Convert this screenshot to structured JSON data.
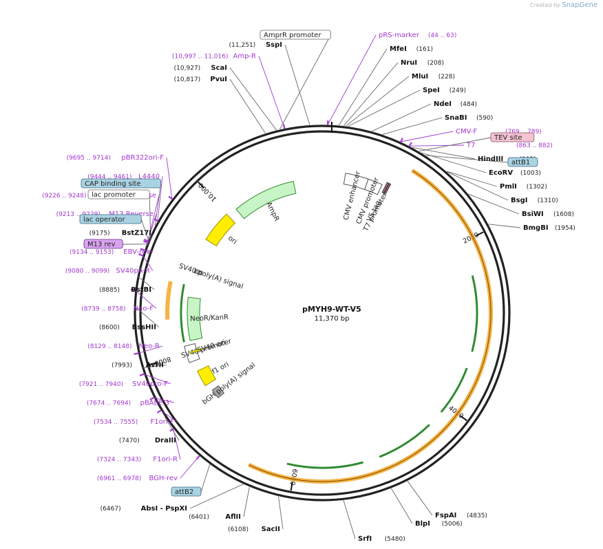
{
  "app": {
    "created_by": "Created by",
    "brand": "SnapGene"
  },
  "plasmid": {
    "name": "pMYH9-WT-V5",
    "length_label": "11,370 bp",
    "length": 11370
  },
  "ticks": [
    {
      "label": "2000",
      "bp": 2000
    },
    {
      "label": "4000",
      "bp": 4000
    },
    {
      "label": "6000",
      "bp": 6000
    },
    {
      "label": "8000",
      "bp": 8000
    },
    {
      "label": "10,000",
      "bp": 10000
    }
  ],
  "sites": [
    {
      "name": "SspI",
      "pos": "(11,251)",
      "side": "left",
      "bp": 11251
    },
    {
      "name": "ScaI",
      "pos": "(10,927)",
      "side": "left",
      "bp": 10927
    },
    {
      "name": "PvuI",
      "pos": "(10,817)",
      "side": "left",
      "bp": 10817
    },
    {
      "name": "MfeI",
      "pos": "(161)",
      "side": "right",
      "bp": 161
    },
    {
      "name": "NruI",
      "pos": "(208)",
      "side": "right",
      "bp": 208
    },
    {
      "name": "MluI",
      "pos": "(228)",
      "side": "right",
      "bp": 228
    },
    {
      "name": "SpeI",
      "pos": "(249)",
      "side": "right",
      "bp": 249
    },
    {
      "name": "NdeI",
      "pos": "(484)",
      "side": "right",
      "bp": 484
    },
    {
      "name": "SnaBI",
      "pos": "(590)",
      "side": "right",
      "bp": 590
    },
    {
      "name": "HindIII",
      "pos": "(902)",
      "side": "right",
      "bp": 902
    },
    {
      "name": "EcoRV",
      "pos": "(1003)",
      "side": "right",
      "bp": 1003
    },
    {
      "name": "PmlI",
      "pos": "(1302)",
      "side": "right",
      "bp": 1302
    },
    {
      "name": "BsgI",
      "pos": "(1310)",
      "side": "right",
      "bp": 1310
    },
    {
      "name": "BsiWI",
      "pos": "(1608)",
      "side": "right",
      "bp": 1608
    },
    {
      "name": "BmgBI",
      "pos": "(1954)",
      "side": "right",
      "bp": 1954
    },
    {
      "name": "FspAI",
      "pos": "(4835)",
      "side": "right",
      "bp": 4835
    },
    {
      "name": "BlpI",
      "pos": "(5006)",
      "side": "right",
      "bp": 5006
    },
    {
      "name": "SrfI",
      "pos": "(5480)",
      "side": "right",
      "bp": 5480
    },
    {
      "name": "SacII",
      "pos": "(6108)",
      "side": "left",
      "bp": 6108
    },
    {
      "name": "AflII",
      "pos": "(6401)",
      "side": "left",
      "bp": 6401
    },
    {
      "name": "AbsI - PspXI",
      "pos": "(6467)",
      "side": "left",
      "bp": 6467
    },
    {
      "name": "DraIII",
      "pos": "(7470)",
      "side": "left",
      "bp": 7470
    },
    {
      "name": "AvrII",
      "pos": "(7993)",
      "side": "left",
      "bp": 7993
    },
    {
      "name": "BssHII",
      "pos": "(8600)",
      "side": "left",
      "bp": 8600
    },
    {
      "name": "BstBI",
      "pos": "(8885)",
      "side": "left",
      "bp": 8885
    },
    {
      "name": "BstZ17I",
      "pos": "(9175)",
      "side": "left",
      "bp": 9175
    }
  ],
  "primers": [
    {
      "name": "pRS-marker",
      "range": "(44 .. 63)",
      "side": "right",
      "bp": 54
    },
    {
      "name": "Amp-R",
      "range": "(10,997 .. 11,016)",
      "side": "left",
      "bp": 11006
    },
    {
      "name": "CMV-F",
      "range": "(769 .. 789)",
      "side": "right",
      "bp": 779
    },
    {
      "name": "T7",
      "range": "(863 .. 882)",
      "side": "right",
      "bp": 872
    },
    {
      "name": "pBR322ori-F",
      "range": "(9695 .. 9714)",
      "side": "left",
      "bp": 9704
    },
    {
      "name": "L4440",
      "range": "(9444 .. 9461)",
      "side": "left",
      "bp": 9452
    },
    {
      "name": "M13/pUC Reverse",
      "range": "(9226 .. 9248)",
      "side": "left",
      "bp": 9237
    },
    {
      "name": "M13 Reverse",
      "range": "(9213 .. 9229)",
      "side": "left",
      "bp": 9221
    },
    {
      "name": "EBV-rev",
      "range": "(9134 .. 9153)",
      "side": "left",
      "bp": 9143
    },
    {
      "name": "SV40pA-R",
      "range": "(9080 .. 9099)",
      "side": "left",
      "bp": 9089
    },
    {
      "name": "Neo-F",
      "range": "(8739 .. 8758)",
      "side": "left",
      "bp": 8748
    },
    {
      "name": "Neo-R",
      "range": "(8129 .. 8148)",
      "side": "left",
      "bp": 8138
    },
    {
      "name": "SV40pro-F",
      "range": "(7921 .. 7940)",
      "side": "left",
      "bp": 7930
    },
    {
      "name": "pBABE 3'",
      "range": "(7674 .. 7694)",
      "side": "left",
      "bp": 7684
    },
    {
      "name": "F1ori-F",
      "range": "(7534 .. 7555)",
      "side": "left",
      "bp": 7544
    },
    {
      "name": "F1ori-R",
      "range": "(7324 .. 7343)",
      "side": "left",
      "bp": 7333
    },
    {
      "name": "BGH-rev",
      "range": "(6961 .. 6978)",
      "side": "left",
      "bp": 6969
    }
  ],
  "boxes": [
    {
      "text": "AmprR promoter",
      "style": "white",
      "bp": 10960
    },
    {
      "text": "TEV site",
      "style": "pink",
      "bp": 975
    },
    {
      "text": "attB1",
      "style": "blue",
      "bp": 1050
    },
    {
      "text": "CAP binding site",
      "style": "blue",
      "bp": 9400
    },
    {
      "text": "lac promoter",
      "style": "white",
      "bp": 9300
    },
    {
      "text": "lac operator",
      "style": "blue",
      "bp": 9250
    },
    {
      "text": "M13 rev",
      "style": "purple",
      "bp": 9205
    },
    {
      "text": "attB2",
      "style": "blue",
      "bp": 6840
    }
  ],
  "features": [
    {
      "label": "AmpR",
      "kind": "gene",
      "start": 10120,
      "end": 10980
    },
    {
      "label": "ori",
      "kind": "ori",
      "start": 9550,
      "end": 9980
    },
    {
      "label": "CMV enhancer",
      "kind": "promoter",
      "start": 300,
      "end": 600
    },
    {
      "label": "CMV promoter",
      "kind": "promoter",
      "start": 600,
      "end": 790
    },
    {
      "label": "T7 promoter",
      "kind": "small",
      "start": 865,
      "end": 885
    },
    {
      "label": "V5 tag",
      "kind": "small",
      "start": 835,
      "end": 860
    },
    {
      "label": "SV40 poly(A) signal",
      "kind": "terminator",
      "start": 9080,
      "end": 9130
    },
    {
      "label": "NeoR/KanR",
      "kind": "gene",
      "start": 8155,
      "end": 8740
    },
    {
      "label": "SV40 promoter",
      "kind": "promoter",
      "start": 7880,
      "end": 8100
    },
    {
      "label": "SV40 ori",
      "kind": "ori",
      "start": 7990,
      "end": 8010
    },
    {
      "label": "f1 ori",
      "kind": "ori",
      "start": 7520,
      "end": 7740
    },
    {
      "label": "bGH poly(A) signal",
      "kind": "terminator",
      "start": 7290,
      "end": 7420
    }
  ],
  "colors": {
    "gene": "#c8f5c6",
    "gene_stroke": "#2f8a2f",
    "ori": "#ffee00",
    "promoter": "#ffffff",
    "terminator": "#a8a8a8",
    "orf_band": "#f5a623",
    "primer": "#a236cf",
    "ring": "#222222"
  }
}
